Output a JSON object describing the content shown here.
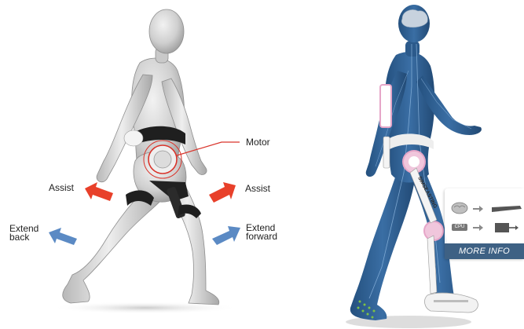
{
  "left_figure": {
    "labels": {
      "motor": "Motor",
      "assist_left": "Assist",
      "assist_right": "Assist",
      "extend_back": "Extend\nback",
      "extend_forward": "Extend\nforward"
    },
    "colors": {
      "assist_arrow": "#e8402a",
      "extend_arrow": "#5b8ac4",
      "motor_ring": "#d9342b",
      "body": "#cfcfcf",
      "strap": "#1f1f1f"
    }
  },
  "right_figure": {
    "device_text": "SIMSEASTING",
    "info_panel": {
      "cpu_chip": "CPU",
      "button": "MORE INFO"
    },
    "colors": {
      "body": "#2f5f93",
      "accent_pink": "#e6a6c8",
      "shoe_green": "#7ec244",
      "panel_button": "#3e6184"
    }
  }
}
